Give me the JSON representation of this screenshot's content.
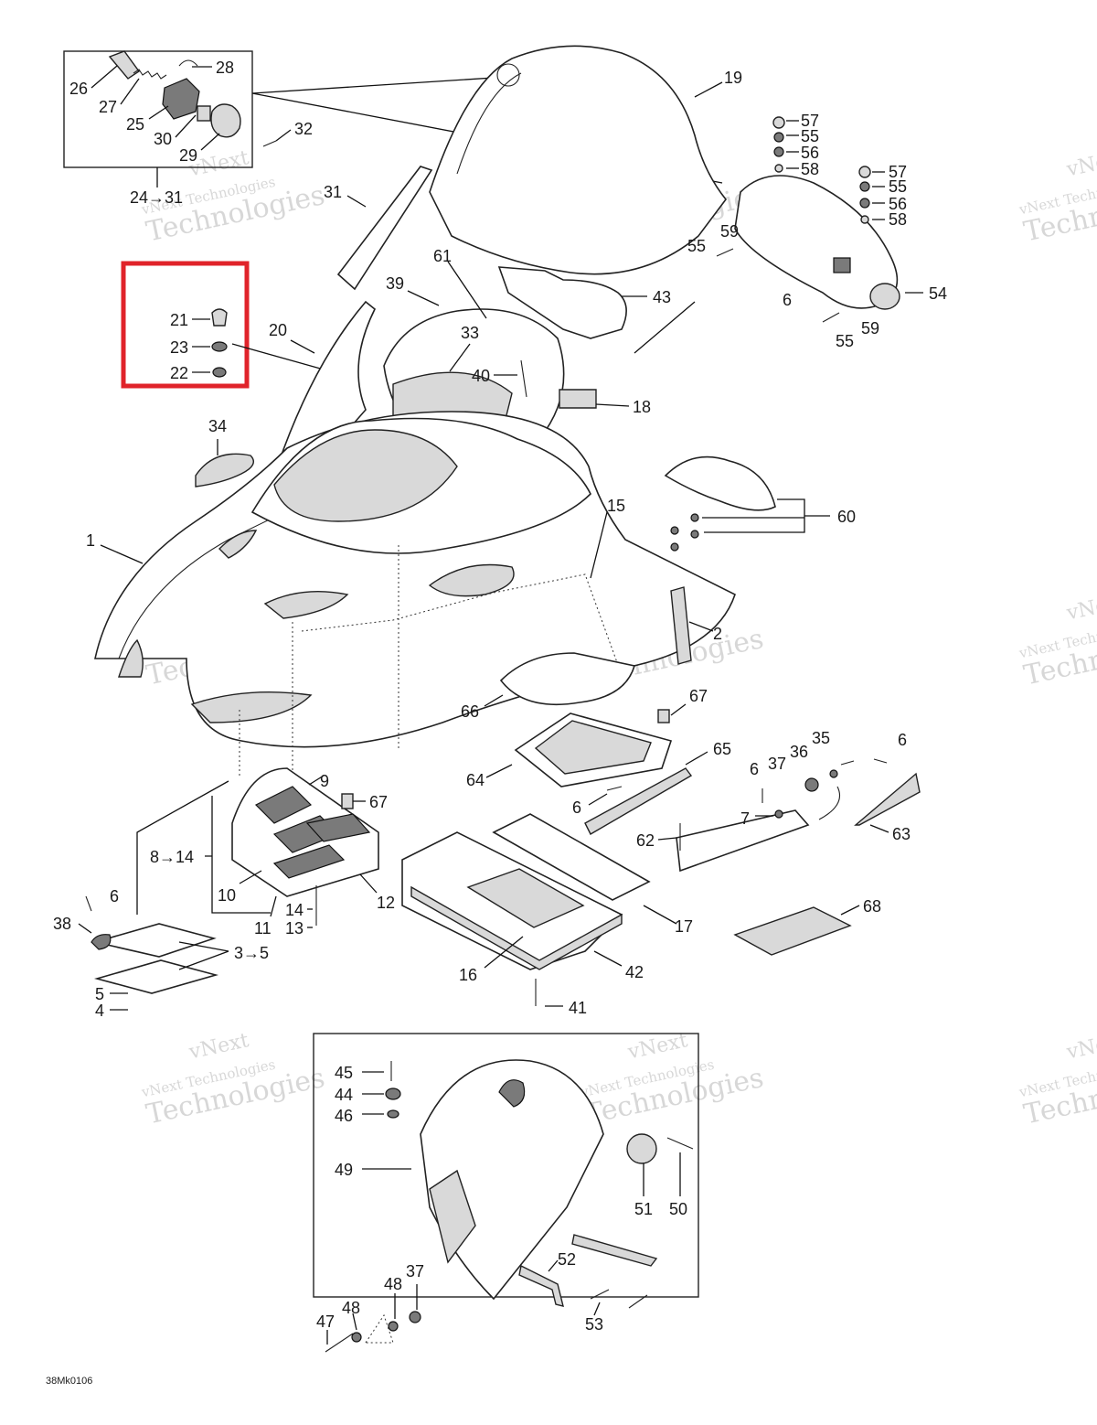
{
  "diagram": {
    "code": "38Mk0106",
    "highlight_color": "#e0232a",
    "watermark": {
      "line1": "vNext",
      "line2": "vNext Technologies",
      "line3": "Technologies"
    },
    "callouts": {
      "c1": "1",
      "c2": "2",
      "c3_5": "3→5",
      "c4": "4",
      "c5": "5",
      "c6a": "6",
      "c6b": "6",
      "c6c": "6",
      "c6d": "6",
      "c6e": "6",
      "c7": "7",
      "c8_14": "8→14",
      "c9": "9",
      "c10": "10",
      "c11": "11",
      "c12": "12",
      "c13": "13",
      "c14": "14",
      "c15": "15",
      "c16": "16",
      "c17": "17",
      "c18": "18",
      "c19": "19",
      "c20": "20",
      "c21": "21",
      "c22": "22",
      "c23": "23",
      "c24_31": "24→31",
      "c25": "25",
      "c26": "26",
      "c27": "27",
      "c28": "28",
      "c29": "29",
      "c30": "30",
      "c31": "31",
      "c32": "32",
      "c33": "33",
      "c34": "34",
      "c35": "35",
      "c36": "36",
      "c37a": "37",
      "c37b": "37",
      "c38": "38",
      "c39": "39",
      "c40": "40",
      "c41": "41",
      "c42": "42",
      "c43": "43",
      "c44": "44",
      "c45": "45",
      "c46": "46",
      "c47": "47",
      "c48a": "48",
      "c48b": "48",
      "c49": "49",
      "c50": "50",
      "c51": "51",
      "c52": "52",
      "c53": "53",
      "c54": "54",
      "c55a": "55",
      "c55b": "55",
      "c55c": "55",
      "c55d": "55",
      "c56a": "56",
      "c56b": "56",
      "c57a": "57",
      "c57b": "57",
      "c58a": "58",
      "c58b": "58",
      "c59a": "59",
      "c59b": "59",
      "c60": "60",
      "c61": "61",
      "c62": "62",
      "c63": "63",
      "c64": "64",
      "c65": "65",
      "c66": "66",
      "c67a": "67",
      "c67b": "67",
      "c68": "68"
    }
  }
}
